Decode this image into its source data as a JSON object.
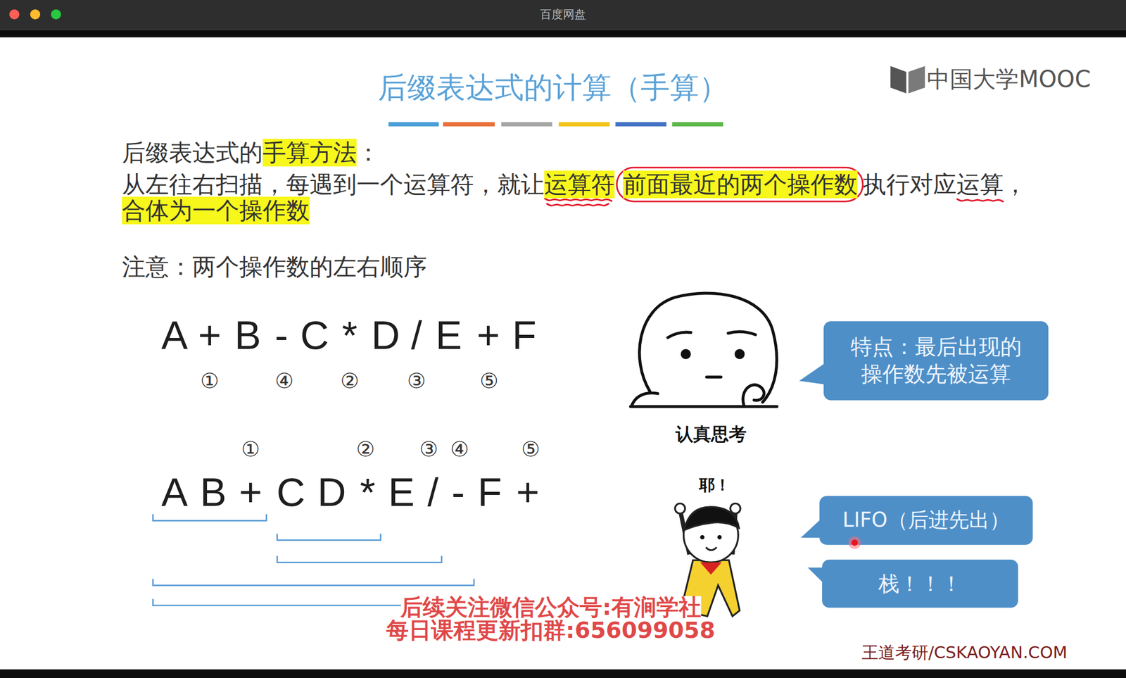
{
  "diagram": {
    "title": "后缀表达式的计算（手算）",
    "nodes": [
      {
        "text": [
          "特点：最后出现的操作数先被运算"
        ]
      },
      {
        "text": [
          "LIFO（后进先出）"
        ]
      },
      {
        "text": [
          "栈！！！"
        ]
      }
    ],
    "labels": [
      "百度网盘",
      "中国大学MOOC",
      "后缀表达式的",
      "手算方法",
      "：",
      "从左往右扫描，每遇到一个运算符，就让",
      "运算符",
      "前面最近的两个操作数",
      "执行对应",
      "运算",
      "，",
      "合体为一个操作数",
      "注意：两个操作数的左右顺序",
      "A",
      "+",
      "B",
      "-",
      "C",
      "*",
      "D",
      "/",
      "E",
      "+",
      "F",
      "①",
      "④",
      "②",
      "③",
      "⑤",
      "①",
      "②",
      "③",
      "④",
      "⑤",
      "A",
      "B",
      "+",
      "C",
      "D",
      "*",
      "E",
      "/",
      "-",
      "F",
      "+",
      "认真思考",
      "耶！",
      "后续关注微信公众号:有涧学社",
      "每日课程更新扣群:656099058",
      "王道考研/CSKAOYAN.COM"
    ]
  }
}
